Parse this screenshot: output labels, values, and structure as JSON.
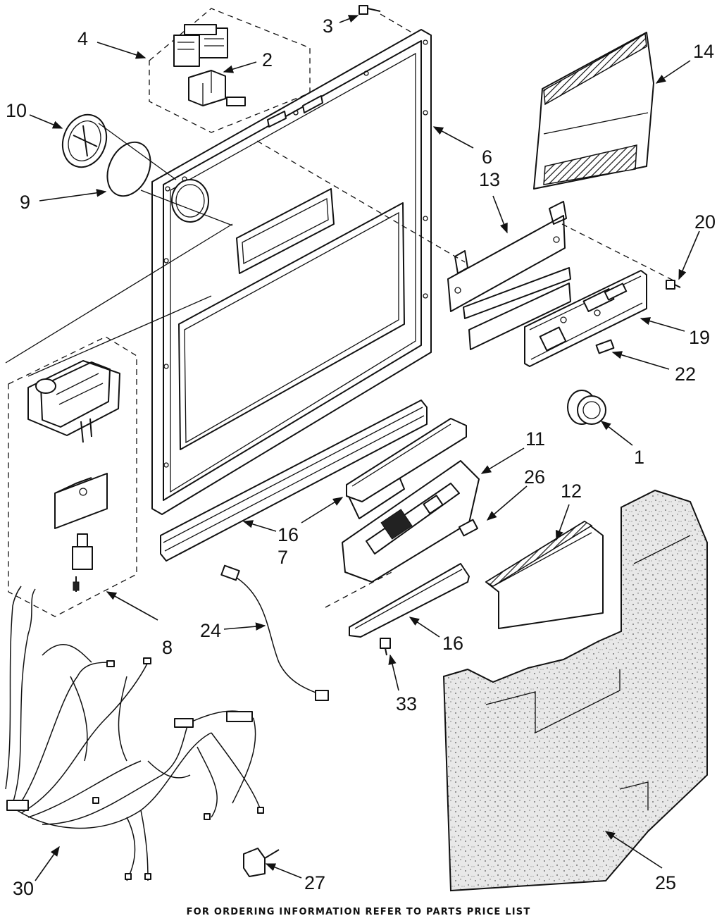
{
  "footer": "FOR ORDERING INFORMATION REFER TO PARTS PRICE LIST",
  "callouts": [
    {
      "id": "c1",
      "label": "1"
    },
    {
      "id": "c2",
      "label": "2"
    },
    {
      "id": "c3",
      "label": "3"
    },
    {
      "id": "c4",
      "label": "4"
    },
    {
      "id": "c6",
      "label": "6"
    },
    {
      "id": "c7",
      "label": "7"
    },
    {
      "id": "c8",
      "label": "8"
    },
    {
      "id": "c9",
      "label": "9"
    },
    {
      "id": "c10",
      "label": "10"
    },
    {
      "id": "c11",
      "label": "11"
    },
    {
      "id": "c12",
      "label": "12"
    },
    {
      "id": "c13",
      "label": "13"
    },
    {
      "id": "c14",
      "label": "14"
    },
    {
      "id": "c16a",
      "label": "16"
    },
    {
      "id": "c16b",
      "label": "16"
    },
    {
      "id": "c19",
      "label": "19"
    },
    {
      "id": "c20",
      "label": "20"
    },
    {
      "id": "c22",
      "label": "22"
    },
    {
      "id": "c24",
      "label": "24"
    },
    {
      "id": "c25",
      "label": "25"
    },
    {
      "id": "c26",
      "label": "26"
    },
    {
      "id": "c27",
      "label": "27"
    },
    {
      "id": "c30",
      "label": "30"
    },
    {
      "id": "c33",
      "label": "33"
    }
  ]
}
